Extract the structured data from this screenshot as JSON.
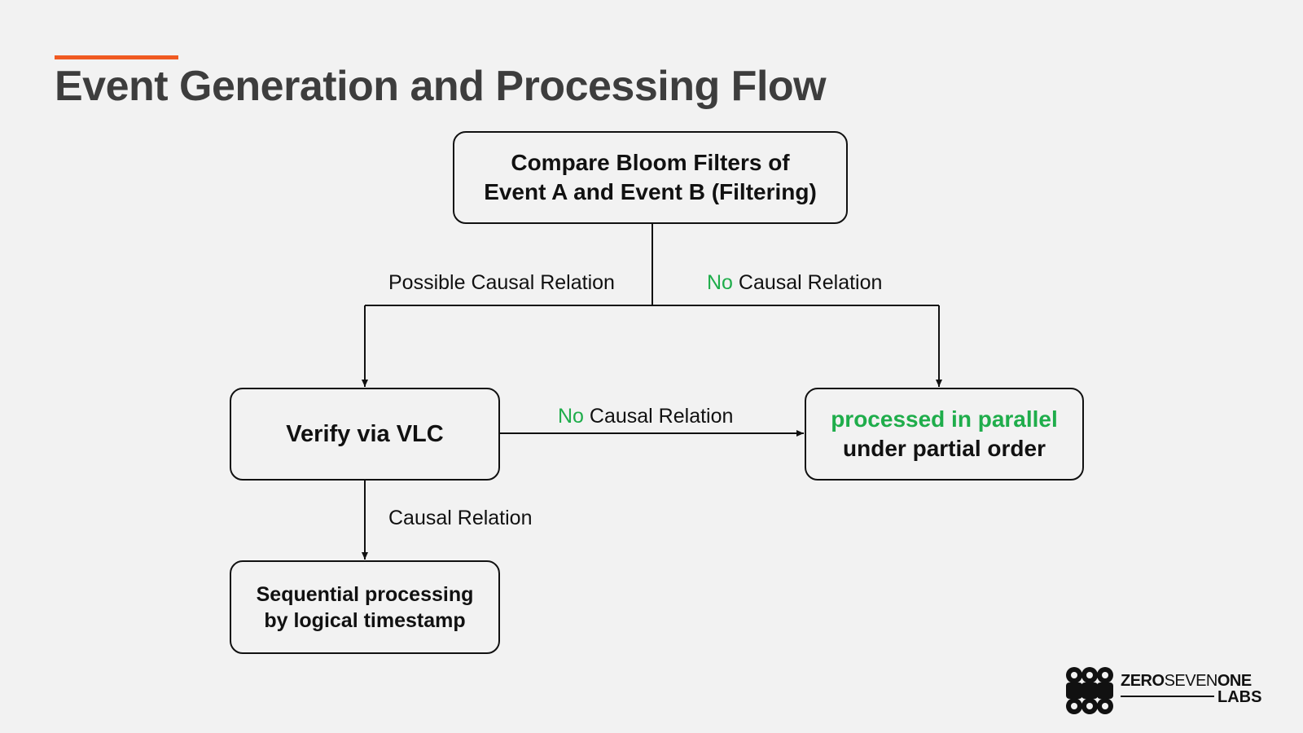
{
  "header": {
    "title": "Event Generation and Processing Flow",
    "accent_color": "#f05a22"
  },
  "nodes": {
    "compare": {
      "line1": "Compare Bloom Filters of",
      "line2": "Event A and Event B (Filtering)"
    },
    "verify": {
      "label": "Verify via VLC"
    },
    "parallel": {
      "line1": "processed in parallel",
      "line2": "under partial order"
    },
    "sequential": {
      "line1": "Sequential processing",
      "line2": "by logical timestamp"
    }
  },
  "edges": {
    "possible": {
      "label": "Possible Causal Relation"
    },
    "no_causal_top": {
      "highlight": "No",
      "rest": " Causal Relation"
    },
    "no_causal_mid": {
      "highlight": "No",
      "rest": " Causal Relation"
    },
    "causal": {
      "label": "Causal Relation"
    }
  },
  "logo": {
    "part1": "ZERO",
    "part2": "SEVEN",
    "part3": "ONE",
    "sub": "LABS"
  },
  "colors": {
    "highlight": "#1fad4b",
    "stroke": "#111111",
    "background": "#f2f2f2"
  }
}
